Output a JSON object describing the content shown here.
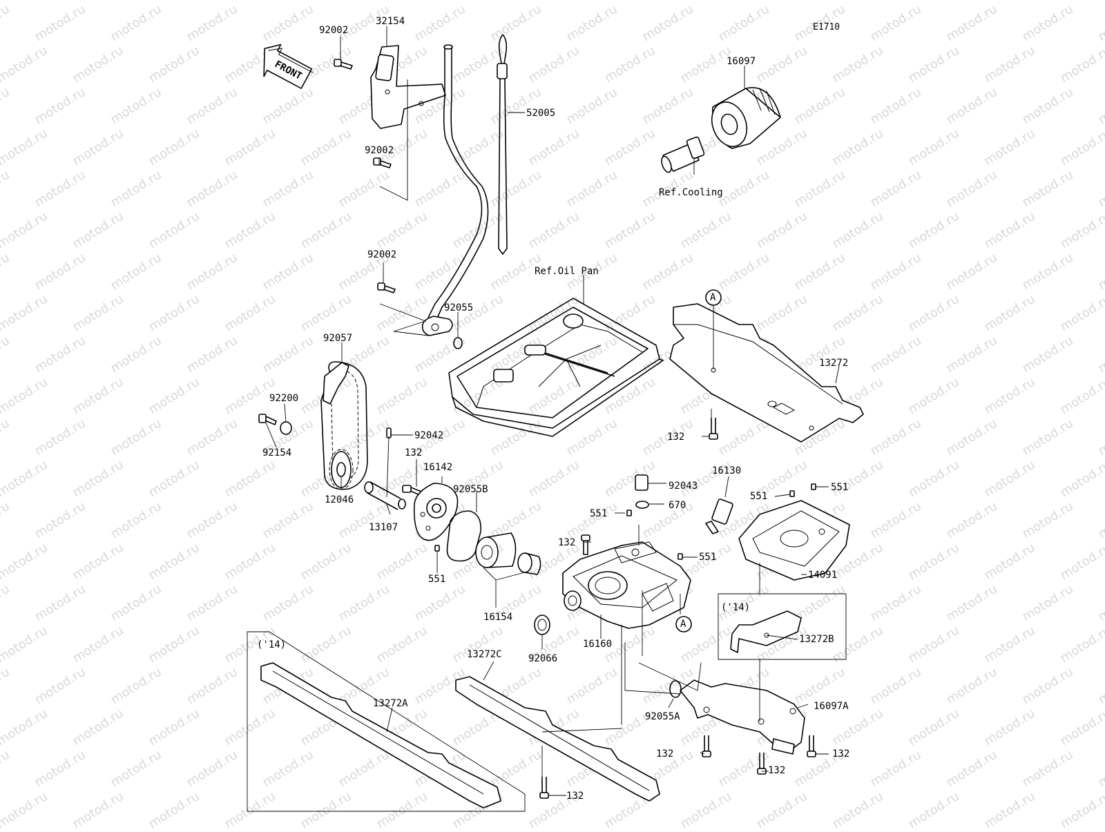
{
  "diagram": {
    "code": "E1710",
    "watermark": "motod.ru",
    "front_arrow": "FRONT",
    "labels": [
      {
        "id": "l01",
        "text": "92002"
      },
      {
        "id": "l02",
        "text": "32154"
      },
      {
        "id": "l03",
        "text": "52005"
      },
      {
        "id": "l04",
        "text": "92002"
      },
      {
        "id": "l05",
        "text": "92002"
      },
      {
        "id": "l06",
        "text": "92055"
      },
      {
        "id": "l07",
        "text": "16097"
      },
      {
        "id": "l08",
        "text": "Ref.Cooling"
      },
      {
        "id": "l09",
        "text": "Ref.Oil Pan"
      },
      {
        "id": "l10",
        "text": "A"
      },
      {
        "id": "l11",
        "text": "13272"
      },
      {
        "id": "l12",
        "text": "132"
      },
      {
        "id": "l13",
        "text": "92057"
      },
      {
        "id": "l14",
        "text": "92200"
      },
      {
        "id": "l15",
        "text": "92154"
      },
      {
        "id": "l16",
        "text": "92042"
      },
      {
        "id": "l17",
        "text": "132"
      },
      {
        "id": "l18",
        "text": "16142"
      },
      {
        "id": "l19",
        "text": "92055B"
      },
      {
        "id": "l20",
        "text": "12046"
      },
      {
        "id": "l21",
        "text": "13107"
      },
      {
        "id": "l22",
        "text": "551"
      },
      {
        "id": "l23",
        "text": "16154"
      },
      {
        "id": "l24",
        "text": "16130"
      },
      {
        "id": "l25",
        "text": "92043"
      },
      {
        "id": "l26",
        "text": "670"
      },
      {
        "id": "l27",
        "text": "551"
      },
      {
        "id": "l28",
        "text": "132"
      },
      {
        "id": "l29",
        "text": "551"
      },
      {
        "id": "l30",
        "text": "551"
      },
      {
        "id": "l31",
        "text": "551"
      },
      {
        "id": "l32",
        "text": "14091"
      },
      {
        "id": "l33",
        "text": "A"
      },
      {
        "id": "l34",
        "text": "16160"
      },
      {
        "id": "l35",
        "text": "92066"
      },
      {
        "id": "l36",
        "text": "('14)"
      },
      {
        "id": "l37",
        "text": "13272B"
      },
      {
        "id": "l38",
        "text": "('14)"
      },
      {
        "id": "l39",
        "text": "13272A"
      },
      {
        "id": "l40",
        "text": "13272C"
      },
      {
        "id": "l41",
        "text": "92055A"
      },
      {
        "id": "l42",
        "text": "16097A"
      },
      {
        "id": "l43",
        "text": "132"
      },
      {
        "id": "l44",
        "text": "132"
      },
      {
        "id": "l45",
        "text": "132"
      },
      {
        "id": "l46",
        "text": "132"
      }
    ]
  }
}
